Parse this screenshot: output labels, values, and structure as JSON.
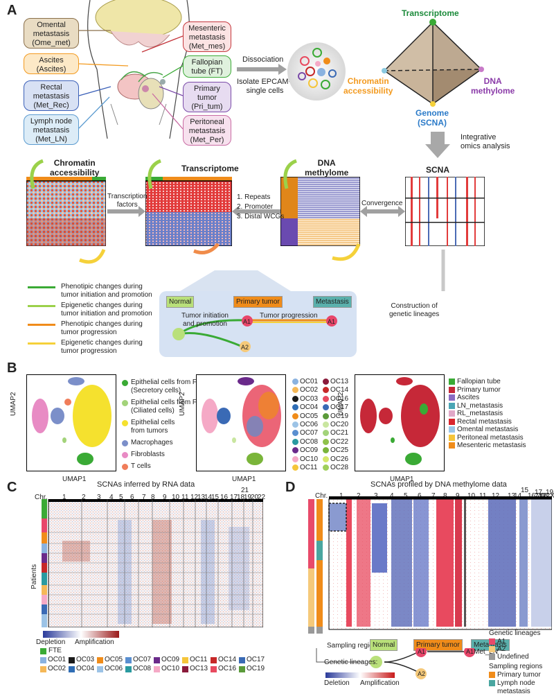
{
  "panel_letters": {
    "a": "A",
    "b": "B",
    "c": "C",
    "d": "D"
  },
  "sites": {
    "omental": "Omental\nmetastasis\n(Ome_met)",
    "ascites": "Ascites\n(Ascites)",
    "rectal": "Rectal\nmetastasis\n(Met_Rec)",
    "lymph": "Lymph node\nmetastasis\n(Met_LN)",
    "mesenteric": "Mesenteric\nmetastasis\n(Met_mes)",
    "fallopian": "Fallopian\ntube (FT)",
    "primary": "Primary\ntumor\n(Pri_tum)",
    "peritoneal": "Peritoneal\nmetastasis\n(Met_Per)"
  },
  "workflow": {
    "dissociation": "Dissociation",
    "isolate": "Isolate EPCAM+\nsingle cells",
    "pyramid_transcriptome": "Transcriptome",
    "pyramid_chromatin": "Chromatin\naccessibility",
    "pyramid_dna": "DNA\nmethylome",
    "pyramid_genome": "Genome\n(SCNA)",
    "integrative": "Integrative\nomics analysis",
    "h_chromatin": "Chromatin\naccessibility",
    "h_transcriptome": "Transcriptome",
    "h_dna": "DNA\nmethylome",
    "h_scna": "SCNA",
    "transcription_factors": "Transcription\nfactors",
    "repeats_list": "1. Repeats\n2. Promoter\n3. Distal WCGs",
    "convergence": "Convergence",
    "construction": "Construction of\ngenetic lineages"
  },
  "lineage_legend": [
    {
      "label": "Phenotipic changes during\ntumor initiation and promotion",
      "color": "#3aaa35"
    },
    {
      "label": "Epigenetic changes during\ntumor initiation and promotion",
      "color": "#9bd14a"
    },
    {
      "label": "Phenotipic changes during\ntumor progression",
      "color": "#f08c1a"
    },
    {
      "label": "Epigenetic changes during\ntumor progression",
      "color": "#f5d13a"
    }
  ],
  "lineage_box": {
    "normal": "Normal",
    "primary": "Primary tumor",
    "metastasis": "Metastasis",
    "initiation": "Tumor initiation\nand promotion",
    "progression": "Tumor progression",
    "a1": "A1",
    "a2": "A2"
  },
  "umap": {
    "x_label": "UMAP1",
    "y_label": "UMAP2",
    "cell_types": [
      {
        "label": "Epithelial cells from FTs\n(Secretory cells)",
        "color": "#3aaa35"
      },
      {
        "label": "Epithelial cells from FTs\n(Ciliated cells)",
        "color": "#a3d37a"
      },
      {
        "label": "Epithelial cells\nfrom tumors",
        "color": "#f5e12e"
      },
      {
        "label": "Macrophages",
        "color": "#7b8fc9"
      },
      {
        "label": "Fibroblasts",
        "color": "#e88bc4"
      },
      {
        "label": "T cells",
        "color": "#f07d5a"
      }
    ],
    "patients": [
      {
        "label": "OC01",
        "color": "#8ab2e0"
      },
      {
        "label": "OC02",
        "color": "#f5b857"
      },
      {
        "label": "OC03",
        "color": "#1b1b1b"
      },
      {
        "label": "OC04",
        "color": "#2f6db5"
      },
      {
        "label": "OC05",
        "color": "#f08c1a"
      },
      {
        "label": "OC06",
        "color": "#9cc3e6"
      },
      {
        "label": "OC07",
        "color": "#5a8fd0"
      },
      {
        "label": "OC08",
        "color": "#2a9aa0"
      },
      {
        "label": "OC09",
        "color": "#6a2a8a"
      },
      {
        "label": "OC10",
        "color": "#f5a9c6"
      },
      {
        "label": "OC11",
        "color": "#f5c53a"
      },
      {
        "label": "OC13",
        "color": "#8a1a3a"
      },
      {
        "label": "OC14",
        "color": "#c62828"
      },
      {
        "label": "OC16",
        "color": "#e84a5f"
      },
      {
        "label": "OC17",
        "color": "#3a6ab5"
      },
      {
        "label": "OC19",
        "color": "#5a9a3a"
      },
      {
        "label": "OC20",
        "color": "#c9e6a0"
      },
      {
        "label": "OC21",
        "color": "#a3d37a"
      },
      {
        "label": "OC22",
        "color": "#8fc24a"
      },
      {
        "label": "OC25",
        "color": "#7ab53a"
      },
      {
        "label": "OC26",
        "color": "#d6e86a"
      },
      {
        "label": "OC28",
        "color": "#9fcf5a"
      }
    ],
    "sites": [
      {
        "label": "Fallopian tube",
        "color": "#3aaa35"
      },
      {
        "label": "Primary tumor",
        "color": "#c62838"
      },
      {
        "label": "Ascites",
        "color": "#8a6ac2"
      },
      {
        "label": "LN_metastasis",
        "color": "#4aa6b5"
      },
      {
        "label": "RL_metastasis",
        "color": "#e0a8c8"
      },
      {
        "label": "Rectal metastasis",
        "color": "#d9262e"
      },
      {
        "label": "Omental metastasis",
        "color": "#9bc6e8"
      },
      {
        "label": "Peritoneal metastasis",
        "color": "#f5c53a"
      },
      {
        "label": "Mesenteric metastasis",
        "color": "#f08c1a"
      }
    ]
  },
  "panel_c": {
    "title": "SCNAs inferred by RNA data",
    "chr": "Chr.",
    "chromosomes": [
      "1",
      "2",
      "3",
      "4",
      "5",
      "6",
      "7",
      "8",
      "9",
      "10",
      "11",
      "12",
      "13",
      "14",
      "15",
      "16",
      "17",
      "18",
      "19",
      "20",
      "21",
      "22"
    ],
    "patients_label": "Patients",
    "depletion": "Depletion",
    "amplification": "Amplification",
    "fte": "FTE",
    "patients_legend": [
      "OC01",
      "OC03",
      "OC05",
      "OC07",
      "OC09",
      "OC11",
      "OC14",
      "OC17",
      "OC02",
      "OC04",
      "OC06",
      "OC08",
      "OC10",
      "OC13",
      "OC16",
      "OC19"
    ],
    "patients_colors": [
      "#8ab2e0",
      "#1b1b1b",
      "#f08c1a",
      "#5a8fd0",
      "#6a2a8a",
      "#f5c53a",
      "#c62828",
      "#3a6ab5",
      "#f5b857",
      "#2f6db5",
      "#9cc3e6",
      "#2a9aa0",
      "#f5a9c6",
      "#8a1a3a",
      "#e84a5f",
      "#5a9a3a"
    ]
  },
  "panel_d": {
    "title": "SCNAs profiled by DNA methylome data",
    "chr": "Chr.",
    "chromosomes": [
      "1",
      "2",
      "3",
      "4",
      "5",
      "6",
      "7",
      "8",
      "9",
      "10",
      "11",
      "12",
      "13",
      "14",
      "15",
      "16",
      "17",
      "18",
      "19",
      "20",
      "21",
      "22",
      "X"
    ],
    "sampling_regions_label": "Sampling regions:",
    "genetic_lineages_label": "Genetic lineages:",
    "normal": "Normal",
    "primary": "Primary tumor",
    "metastasis": "Metastasis",
    "a1": "A1",
    "a2": "A2",
    "met_ln": "Met_LN",
    "legend_lineages_title": "Genetic lineages",
    "legend_lineages": [
      {
        "label": "A1",
        "color": "#e84a6a"
      },
      {
        "label": "A2",
        "color": "#f5c97a"
      },
      {
        "label": "Undefined",
        "color": "#999999"
      }
    ],
    "legend_regions_title": "Sampling regions",
    "legend_regions": [
      {
        "label": "Primary tumor",
        "color": "#f08c1a"
      },
      {
        "label": "Lymph node\nmetastasis",
        "color": "#4aa6a0"
      }
    ],
    "deletion": "Deletion",
    "amplification": "Amplification"
  }
}
